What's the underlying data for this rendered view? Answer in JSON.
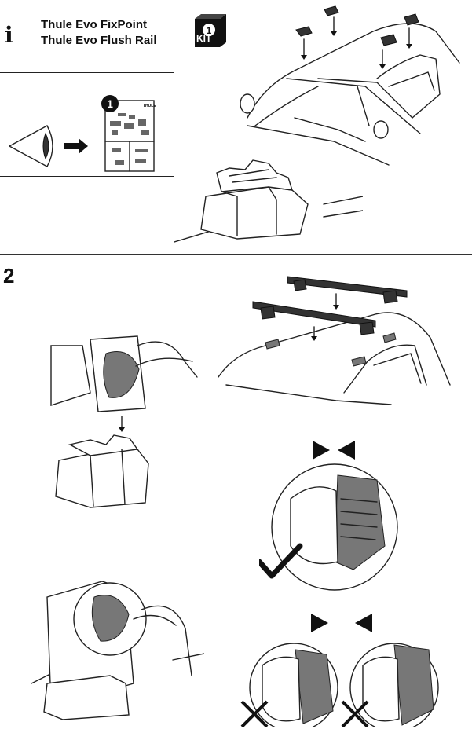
{
  "header": {
    "info_icon": "info-icon",
    "title_line_1": "Thule Evo FixPoint",
    "title_line_2": "Thule Evo Flush Rail",
    "kit_number": "1",
    "kit_label": "KIT"
  },
  "reference": {
    "step_number": "1",
    "brand": "THULE"
  },
  "step2": {
    "number": "2"
  }
}
